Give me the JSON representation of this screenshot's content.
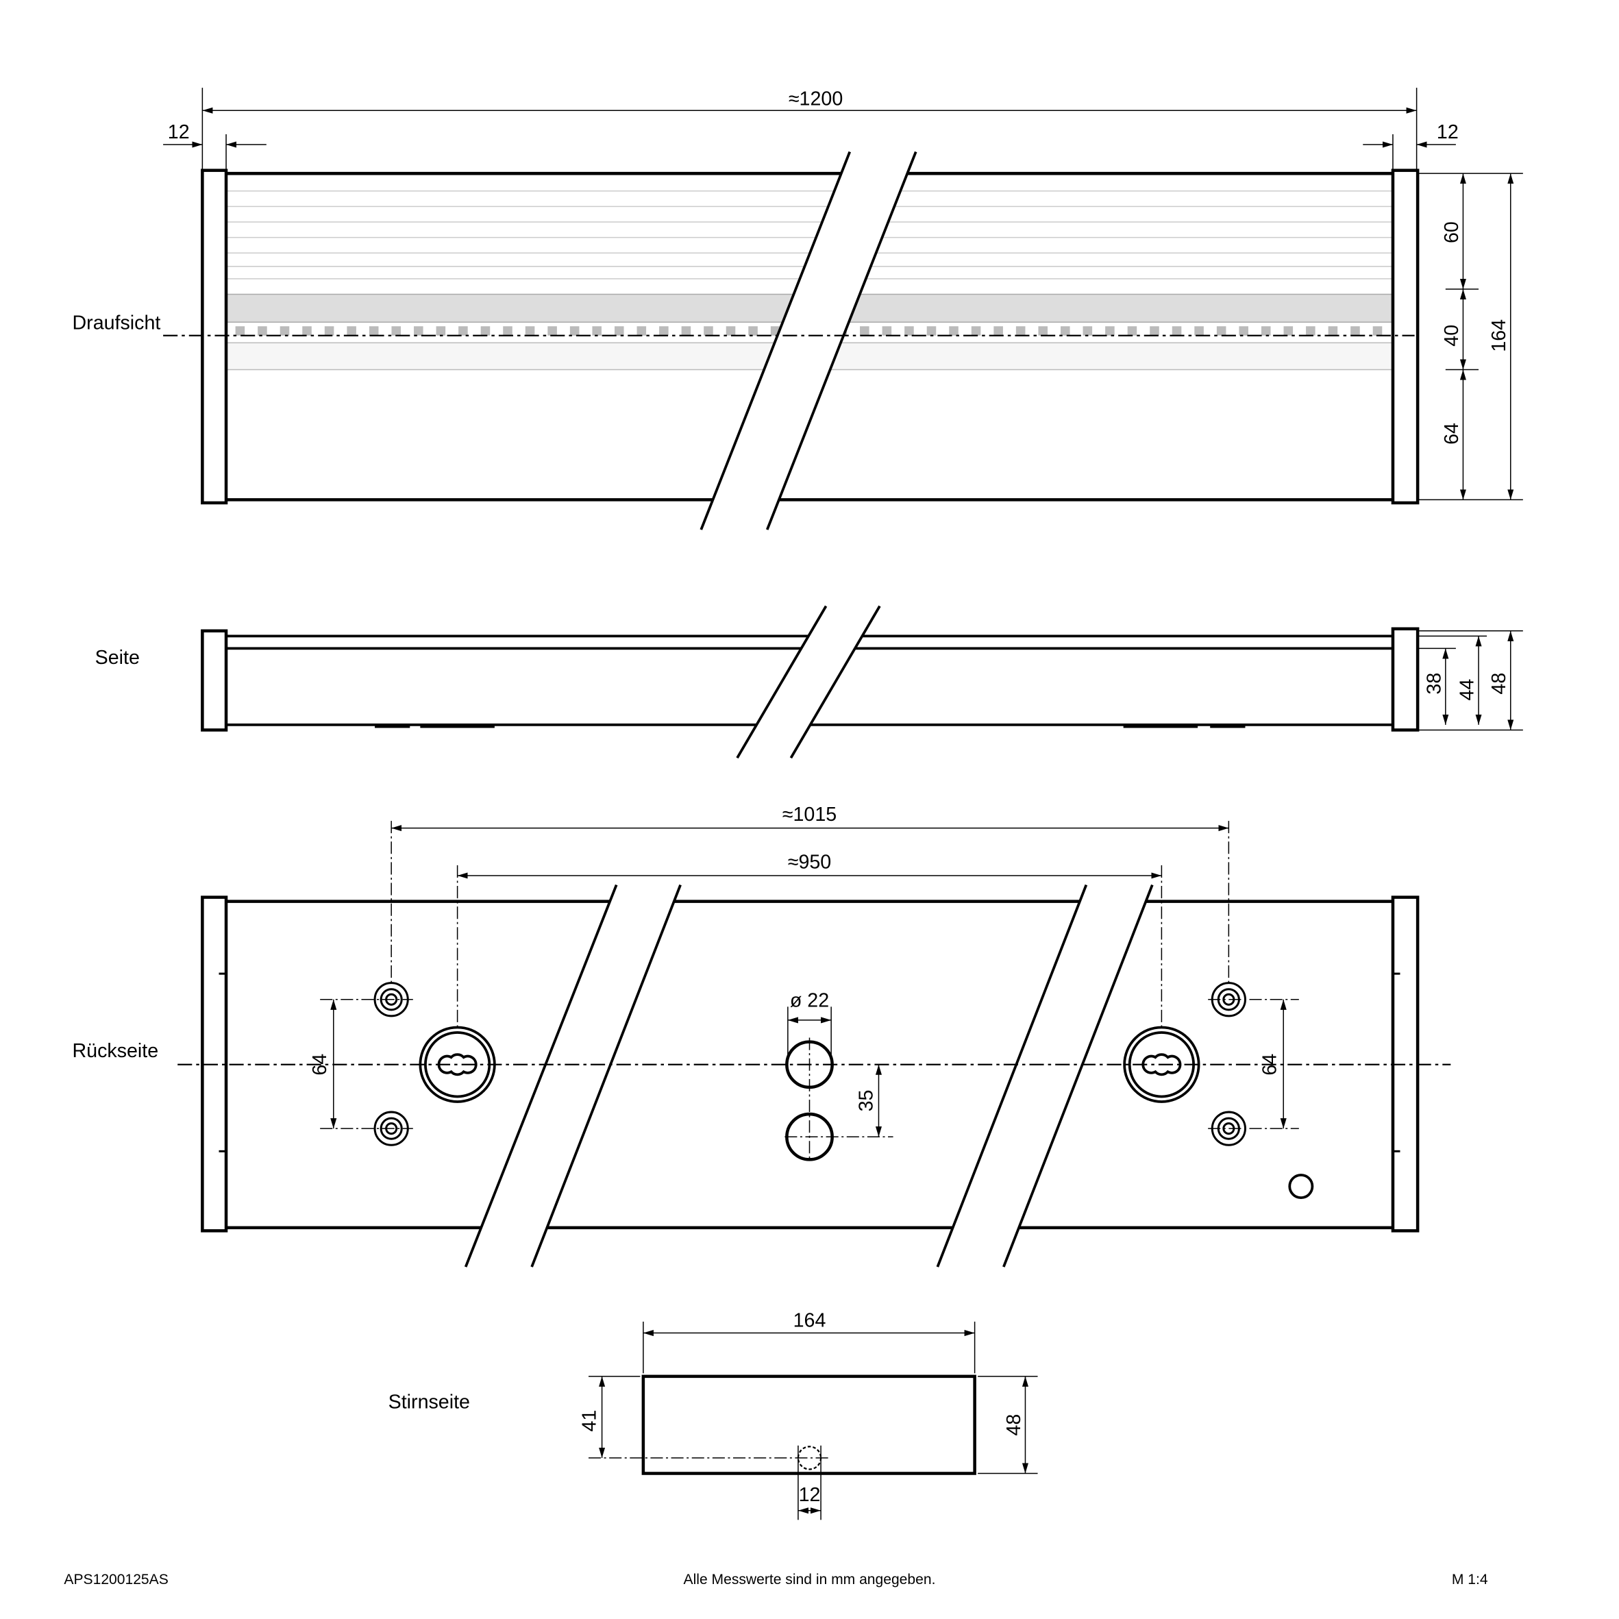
{
  "views": {
    "top": {
      "label": "Draufsicht",
      "dims": {
        "length": "≈1200",
        "cap_left": "12",
        "cap_right": "12",
        "d60": "60",
        "d40": "40",
        "d64": "64",
        "d164": "164"
      }
    },
    "side": {
      "label": "Seite",
      "dims": {
        "d38": "38",
        "d44": "44",
        "d48": "48"
      }
    },
    "back": {
      "label": "Rückseite",
      "dims": {
        "d1015": "≈1015",
        "d950": "≈950",
        "dia": "ø 22",
        "d35": "35",
        "d64_left": "64",
        "d64_right": "64"
      }
    },
    "front": {
      "label": "Stirnseite",
      "dims": {
        "d164": "164",
        "d41": "41",
        "d48": "48",
        "d12": "12"
      }
    }
  },
  "footer": {
    "article": "APS1200125AS",
    "note": "Alle Messwerte sind in mm angegeben.",
    "scale": "M 1:4"
  }
}
